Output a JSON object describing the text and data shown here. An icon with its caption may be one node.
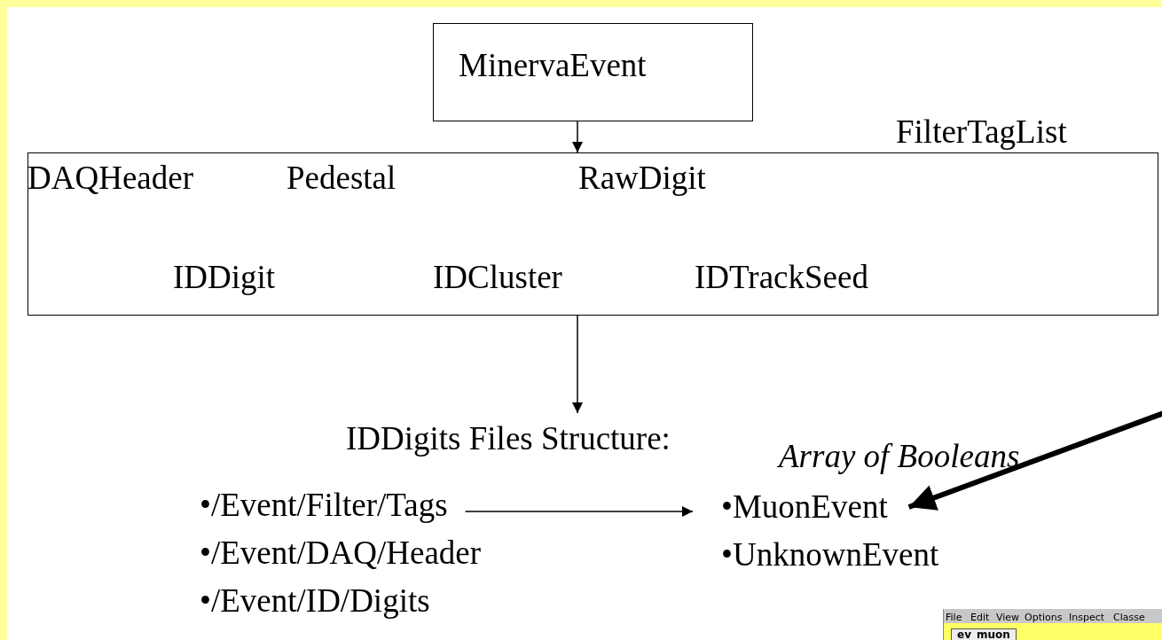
{
  "diagram": {
    "nodes": [
      {
        "text": [
          "MinervaEvent"
        ]
      },
      {
        "text": [
          "FilterTagList",
          "DAQHeader",
          "Pedestal",
          "RawDigit",
          "IDDigit",
          "IDCluster",
          "IDTrackSeed"
        ]
      },
      {
        "text": [
          "IDDigits Files Structure:"
        ]
      },
      {
        "text": [
          "•/Event/Filter/Tags"
        ]
      },
      {
        "text": [
          "•MuonEvent"
        ]
      }
    ],
    "edges": [
      {
        "from": 0,
        "to": 1,
        "arrow": "to"
      },
      {
        "from": 1,
        "to": 2,
        "arrow": "to"
      },
      {
        "from": 3,
        "to": 4,
        "arrow": "to"
      },
      {
        "from": null,
        "to": 4,
        "arrow": "to",
        "style": "thick"
      }
    ],
    "labels": [
      "Array of Booleans",
      "•/Event/DAQ/Header",
      "•UnknownEvent",
      "•/Event/ID/Digits",
      "File",
      "Edit",
      "View",
      "Options",
      "Inspect",
      "Classe",
      "ev_muon"
    ]
  }
}
